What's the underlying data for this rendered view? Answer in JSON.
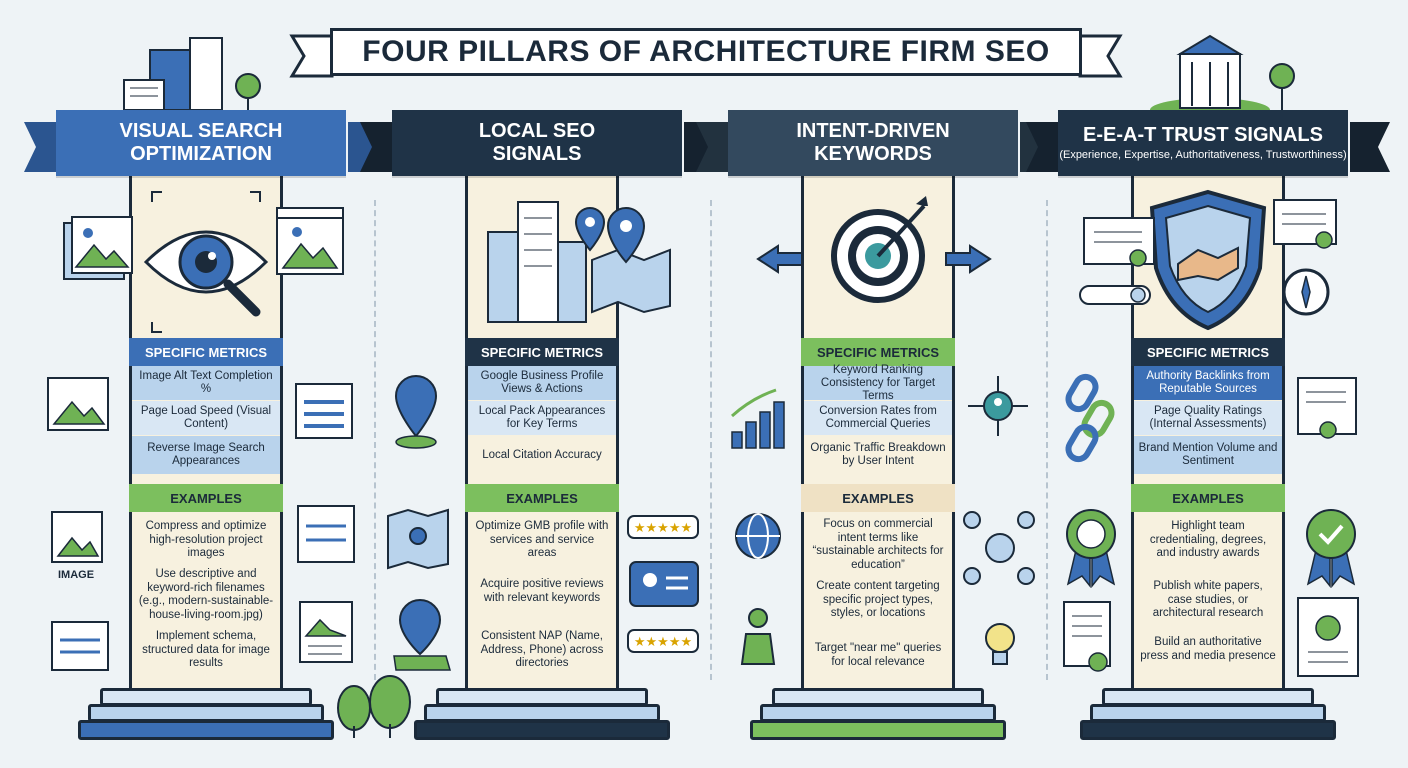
{
  "title": "FOUR PILLARS OF ARCHITECTURE FIRM SEO",
  "colors": {
    "blue": "#3b6fb6",
    "navy": "#1f3347",
    "slate": "#33495e",
    "green": "#6fb254",
    "cream": "#f7f1df",
    "metric_blue": "#b9d3ec",
    "metric_blue_alt": "#d9e7f4"
  },
  "pillars": [
    {
      "heading_line1": "VISUAL SEARCH",
      "heading_line2": "OPTIMIZATION",
      "subheading": "",
      "metrics_label": "SPECIFIC METRICS",
      "metrics": [
        "Image Alt Text Completion %",
        "Page Load Speed (Visual Content)",
        "Reverse Image Search Appearances"
      ],
      "examples_label": "EXAMPLES",
      "examples": [
        "Compress and optimize high-resolution project images",
        "Use descriptive and keyword-rich filenames (e.g., modern-sustainable-house-living-room.jpg)",
        "Implement schema, structured data for image results"
      ],
      "icon": "eye-magnifier-icon",
      "side_icons": [
        "image-file-icon",
        "sliders-icon"
      ],
      "side_label": "IMAGE"
    },
    {
      "heading_line1": "LOCAL SEO",
      "heading_line2": "SIGNALS",
      "subheading": "",
      "metrics_label": "SPECIFIC METRICS",
      "metrics": [
        "Google Business Profile Views & Actions",
        "Local Pack Appearances for Key Terms",
        "Local Citation Accuracy"
      ],
      "examples_label": "EXAMPLES",
      "examples": [
        "Optimize GMB profile with services and service areas",
        "Acquire positive reviews with relevant keywords",
        "Consistent NAP (Name, Address, Phone) across directories"
      ],
      "icon": "city-map-pin-icon",
      "side_icons": [
        "map-pin-icon",
        "review-stars-icon"
      ]
    },
    {
      "heading_line1": "INTENT-DRIVEN",
      "heading_line2": "KEYWORDS",
      "subheading": "",
      "metrics_label": "SPECIFIC METRICS",
      "metrics": [
        "Keyword Ranking Consistency for Target Terms",
        "Conversion Rates from Commercial Queries",
        "Organic Traffic Breakdown by User Intent"
      ],
      "examples_label": "EXAMPLES",
      "examples": [
        "Focus on commercial intent terms like “sustainable architects for education”",
        "Create content targeting specific project types, styles, or locations",
        "Target \"near me\" queries for local relevance"
      ],
      "icon": "target-arrow-icon",
      "side_icons": [
        "growth-chart-icon",
        "network-icon"
      ]
    },
    {
      "heading_line1": "E-E-A-T TRUST SIGNALS",
      "heading_line2": "",
      "subheading": "(Experience, Expertise, Authoritativeness, Trustworthiness)",
      "metrics_label": "SPECIFIC METRICS",
      "metrics": [
        "Authority Backlinks from Reputable Sources",
        "Page Quality Ratings (Internal Assessments)",
        "Brand Mention Volume and Sentiment"
      ],
      "examples_label": "EXAMPLES",
      "examples": [
        "Highlight team credentialing, degrees, and industry awards",
        "Publish white papers, case studies, or architectural research",
        "Build an authoritative press and media presence"
      ],
      "icon": "shield-handshake-icon",
      "side_icons": [
        "chain-link-icon",
        "award-certificate-icon"
      ]
    }
  ]
}
